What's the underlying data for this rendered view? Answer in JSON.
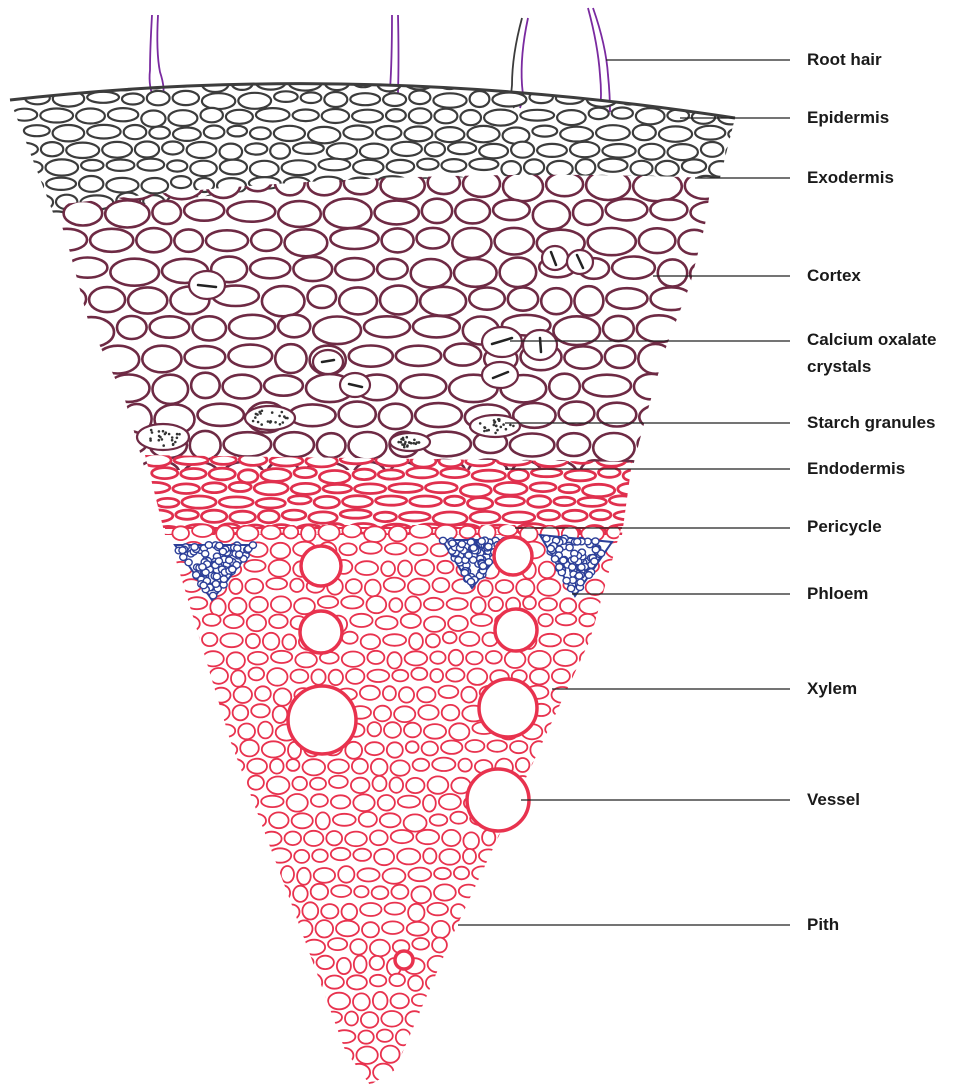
{
  "labels": {
    "root_hair": "Root hair",
    "epidermis": "Epidermis",
    "exodermis": "Exodermis",
    "cortex": "Cortex",
    "calcium_oxalate_line1": "Calcium oxalate",
    "calcium_oxalate_line2": "crystals",
    "starch_granules": "Starch granules",
    "endodermis": "Endodermis",
    "pericycle": "Pericycle",
    "phloem": "Phloem",
    "xylem": "Xylem",
    "vessel": "Vessel",
    "pith": "Pith"
  },
  "colors": {
    "epidermis": "#3c3c3c",
    "cortex": "#6e2a44",
    "endodermis": "#e0304e",
    "stele": "#e8324e",
    "phloem": "#2c3f98",
    "root_hair": "#7a2aa0",
    "leader": "#222222"
  }
}
